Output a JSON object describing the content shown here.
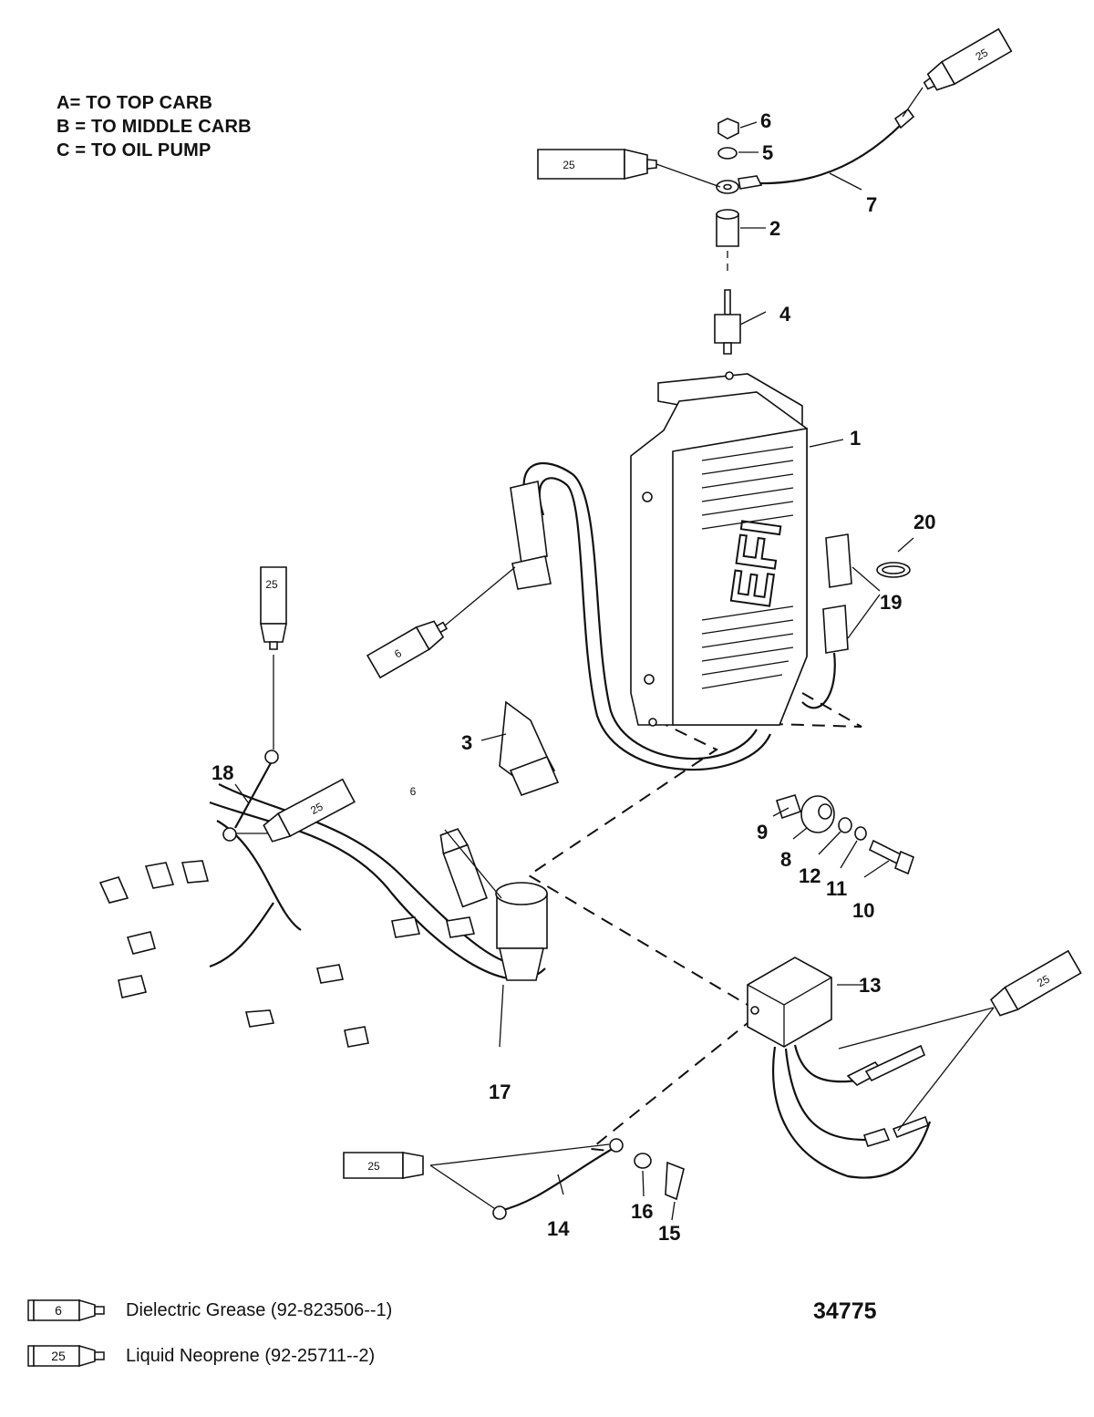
{
  "legend_lines": [
    "A= TO TOP CARB",
    "B = TO MIDDLE CARB",
    "C = TO OIL PUMP"
  ],
  "figure_number": "34775",
  "part_labels": [
    "1",
    "2",
    "3",
    "4",
    "5",
    "6",
    "7",
    "8",
    "9",
    "10",
    "11",
    "12",
    "13",
    "14",
    "15",
    "16",
    "17",
    "18",
    "19",
    "20"
  ],
  "module_mark": "EFI",
  "tube_labels": {
    "grease": "6",
    "neoprene": "25"
  },
  "key": [
    {
      "tube_label": "6",
      "text": "Dielectric Grease (92-823506--1)"
    },
    {
      "tube_label": "25",
      "text": "Liquid Neoprene (92-25711--2)"
    }
  ]
}
